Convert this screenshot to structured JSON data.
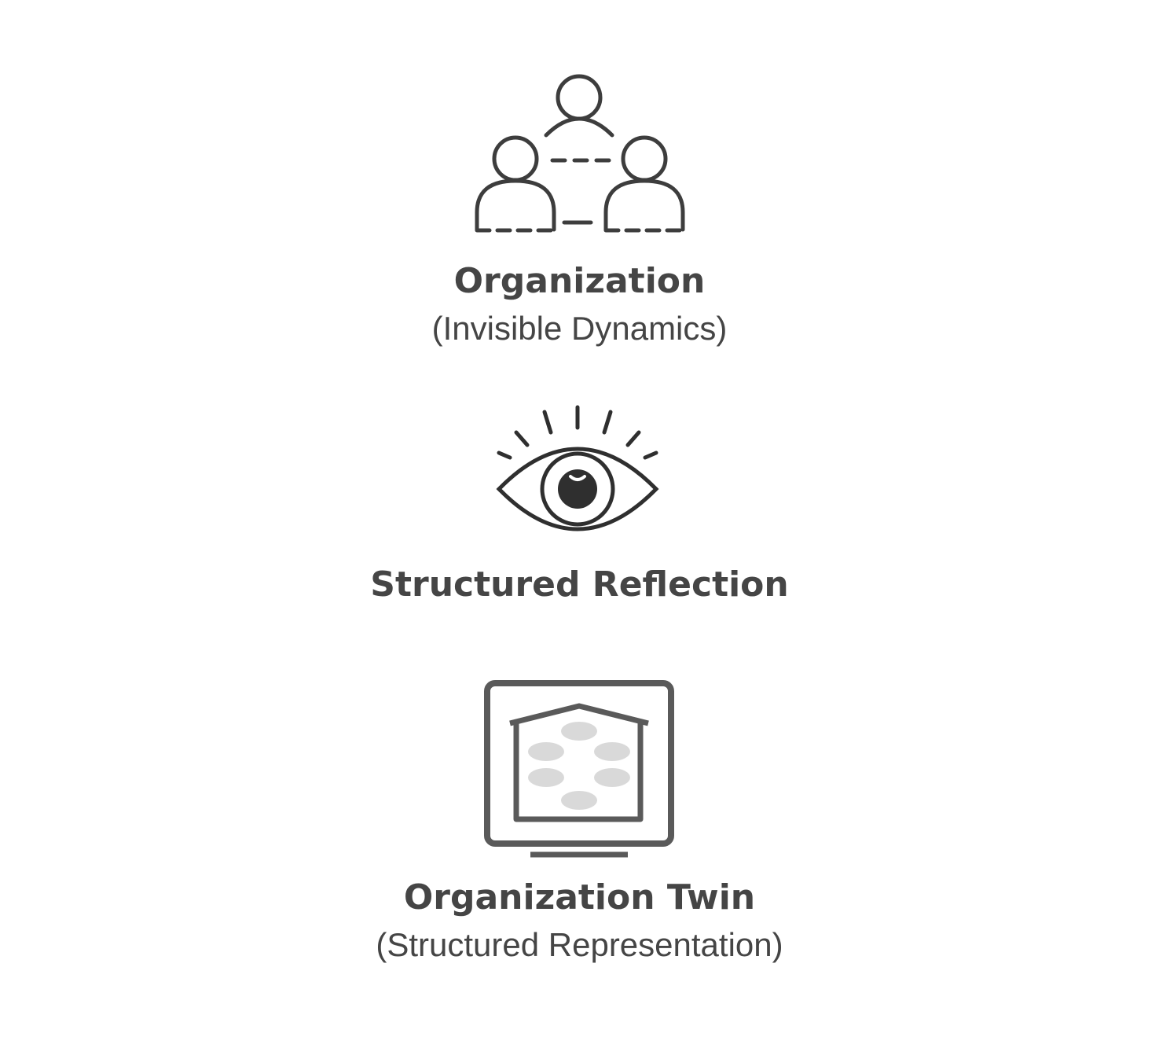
{
  "items": [
    {
      "title": "Organization",
      "subtitle": "(Invisible Dynamics)",
      "icon": "people-network-icon"
    },
    {
      "title": "Structured Reflection",
      "subtitle": "",
      "icon": "eye-icon"
    },
    {
      "title": "Organization Twin",
      "subtitle": "(Structured Representation)",
      "icon": "monitor-house-icon"
    }
  ],
  "colors": {
    "text": "#454545",
    "icon_stroke": "#3d3d3d",
    "monitor_stroke": "#5a5a5a",
    "ellipse_fill": "#d9d9d9"
  }
}
